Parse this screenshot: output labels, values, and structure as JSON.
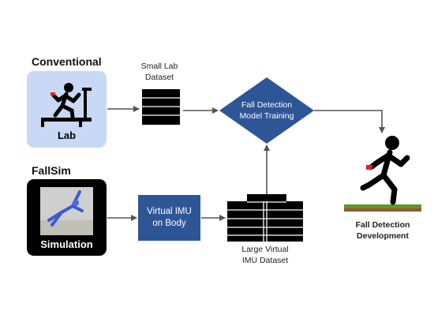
{
  "conventional": {
    "title": "Conventional",
    "lab_label": "Lab",
    "small_dataset_caption": "Small Lab\nDataset"
  },
  "fallsim": {
    "title": "FallSim",
    "sim_label": "Simulation",
    "virtual_imu_label": "Virtual IMU\non Body",
    "large_dataset_caption": "Large Virtual\nIMU Dataset"
  },
  "model": {
    "label": "Fall Detection\nModel Training"
  },
  "output": {
    "label": "Fall Detection\nDevelopment"
  },
  "colors": {
    "lab_bg": "#c9d9f5",
    "sim_bg": "#000000",
    "imu_box": "#2e5596",
    "diamond": "#2e5596",
    "arrow": "#555555",
    "stack": "#000000",
    "ground_green": "#5a9a2a",
    "ground_brown": "#a0522d",
    "accent_red": "#e02020"
  },
  "icons": {
    "treadmill": "treadmill-runner-icon",
    "sim_figure": "simulated-fall-figure-icon",
    "runner": "running-person-icon"
  }
}
